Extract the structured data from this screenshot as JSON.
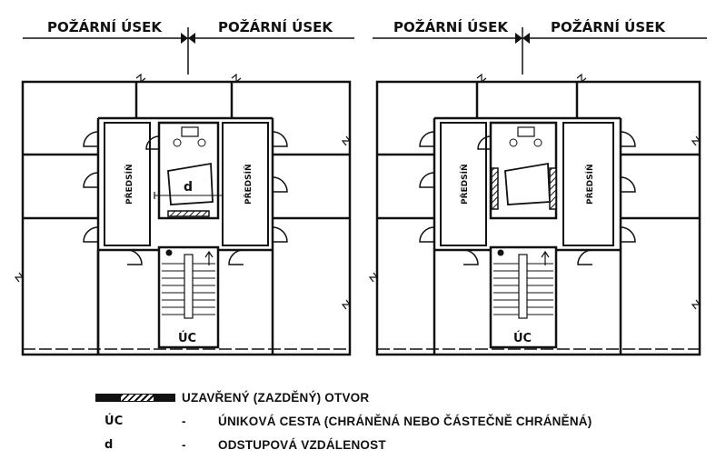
{
  "diagram": {
    "left_plan": {
      "zone_left": "POŽÁRNÍ ÚSEK",
      "zone_right": "POŽÁRNÍ ÚSEK",
      "hall_left": "PŘEDSÍŇ",
      "hall_right": "PŘEDSÍŇ",
      "distance_mark": "d",
      "escape_mark": "ÚC"
    },
    "right_plan": {
      "zone_left": "POŽÁRNÍ ÚSEK",
      "zone_right": "POŽÁRNÍ ÚSEK",
      "hall_left": "PŘEDSÍŇ",
      "hall_right": "PŘEDSÍŇ",
      "escape_mark": "ÚC"
    }
  },
  "legend": [
    {
      "symbol": "",
      "dash": "",
      "text": "UZAVŘENÝ (ZAZDĚNÝ) OTVOR"
    },
    {
      "symbol": "ÚC",
      "dash": "-",
      "text": "ÚNIKOVÁ CESTA (CHRÁNĚNÁ NEBO ČÁSTEČNĚ CHRÁNĚNÁ)"
    },
    {
      "symbol": "d",
      "dash": "-",
      "text": "ODSTUPOVÁ VZDÁLENOST"
    }
  ],
  "colors": {
    "ink": "#111111",
    "paper": "#ffffff"
  }
}
